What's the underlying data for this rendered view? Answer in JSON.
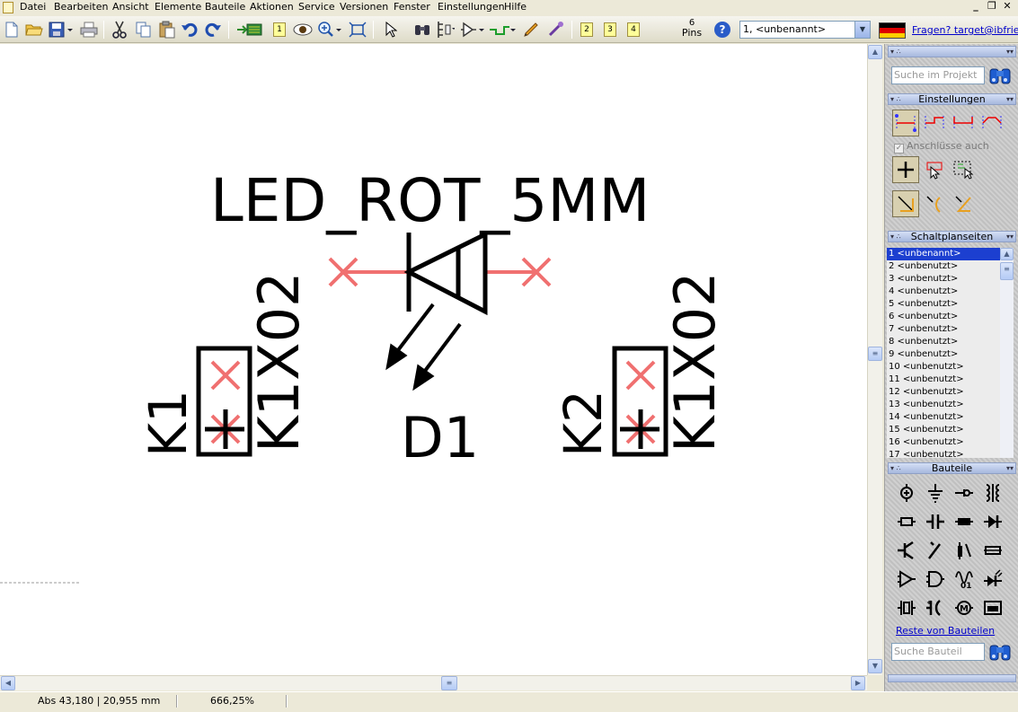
{
  "menu": {
    "items": [
      "Datei",
      "Bearbeiten",
      "Ansicht",
      "Elemente",
      "Bauteile",
      "Aktionen",
      "Service",
      "Versionen",
      "Fenster",
      "Einstellungen",
      "Hilfe"
    ],
    "window_buttons": [
      "_",
      " ❐",
      "✕"
    ]
  },
  "toolbar": {
    "page_labels": [
      "1",
      "2",
      "3",
      "4"
    ],
    "pins_count": "6",
    "pins_label": "Pins",
    "help_glyph": "?",
    "page_select_value": "1, <unbenannt>",
    "help_link": "Fragen? target@ibfriedrich.com",
    "flag_colors": [
      "#000000",
      "#dd0000",
      "#ffce00"
    ]
  },
  "schematic": {
    "led_value": "LED_ROT_5MM",
    "led_ref": "D1",
    "k1_ref": "K1",
    "k1_value": "K1X02",
    "k2_ref": "K2",
    "k2_value": "K1X02",
    "pin_color": "#f07070",
    "line_color": "#000000"
  },
  "status": {
    "coords": "Abs 43,180 | 20,955 mm",
    "zoom": "666,25%"
  },
  "panel": {
    "search_project_placeholder": "Suche im Projekt",
    "settings_title": "Einstellungen",
    "connections_checkbox": "Anschlüsse auch",
    "pages_title": "Schaltplanseiten",
    "pages": [
      "1 <unbenannt>",
      "2 <unbenutzt>",
      "3 <unbenutzt>",
      "4 <unbenutzt>",
      "5 <unbenutzt>",
      "6 <unbenutzt>",
      "7 <unbenutzt>",
      "8 <unbenutzt>",
      "9 <unbenutzt>",
      "10 <unbenutzt>",
      "11 <unbenutzt>",
      "12 <unbenutzt>",
      "13 <unbenutzt>",
      "14 <unbenutzt>",
      "15 <unbenutzt>",
      "16 <unbenutzt>",
      "17 <unbenutzt>"
    ],
    "parts_title": "Bauteile",
    "rest_link": "Reste von Bauteilen",
    "search_part_placeholder": "Suche Bauteil",
    "section_glyphs": {
      "left": "▾ ∴",
      "right": "▾▾"
    }
  }
}
